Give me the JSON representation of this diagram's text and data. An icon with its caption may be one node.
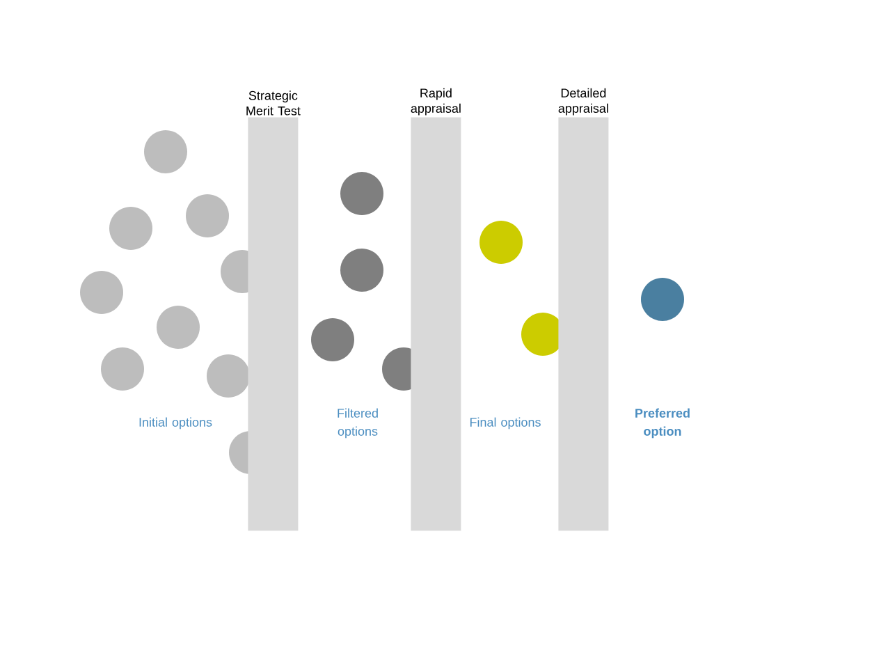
{
  "diagram": {
    "nodes": [
      {
        "text": [
          "Strategic Merit Test"
        ]
      },
      {
        "text": [
          "Rapid appraisal"
        ]
      },
      {
        "text": [
          "Detailed appraisal"
        ]
      }
    ],
    "labels": [
      "Initial options",
      "Filtered options",
      "Final options",
      "Preferred option"
    ]
  }
}
